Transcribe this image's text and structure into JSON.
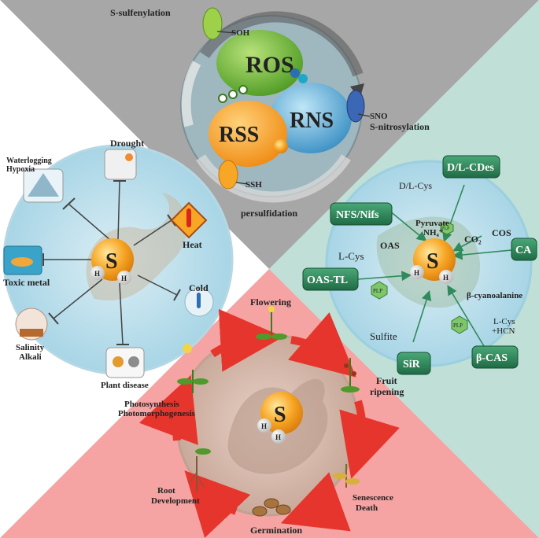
{
  "center": {
    "element": "S",
    "h1": "H",
    "h2": "H"
  },
  "top": {
    "ros": "ROS",
    "rns": "RNS",
    "rss": "RSS",
    "s_sulfenylation": "S-sulfenylation",
    "soh": "SOH",
    "sno": "SNO",
    "s_nitrosylation": "S-nitrosylation",
    "ssh": "SSH",
    "persulfidation": "persulfidation"
  },
  "left": {
    "drought": "Drought",
    "waterlogging": "Waterlogging",
    "hypoxia": "Hypoxia",
    "heat": "Heat",
    "toxic_metal": "Toxic metal",
    "cold": "Cold",
    "salinity": "Salinity",
    "alkali": "Alkali",
    "plant_disease": "Plant disease"
  },
  "right": {
    "dl_cdes": "D/L-CDes",
    "nfs_nifs": "NFS/Nifs",
    "dl_cys": "D/L-Cys",
    "pyruvate": "Pyruvate",
    "nh4": "NH₄⁺",
    "plp": "PLP",
    "cos": "COS",
    "co2": "CO₂",
    "ca": "CA",
    "l_cys": "L-Cys",
    "oas": "OAS",
    "oas_tl": "OAS-TL",
    "beta_cyanoalanine": "β-cyanoalanine",
    "sulfite": "Sulfite",
    "l_cys2": "L-Cys",
    "hcn": "+HCN",
    "sir": "SiR",
    "beta_cas": "β-CAS"
  },
  "bottom": {
    "flowering": "Flowering",
    "fruit": "Fruit",
    "ripening": "ripening",
    "photosynthesis": "Photosynthesis",
    "photomorphogenesis": "Photomorphogenesis",
    "root": "Root",
    "development": "Development",
    "senescence": "Senescence",
    "death": "Death",
    "germination": "Germination"
  },
  "colors": {
    "top_bg": "#a7a7a7",
    "left_bg": "#ffffff",
    "right_bg": "#bfdfd7",
    "bottom_bg": "#f5a3a3",
    "circle": "#c4e3ee",
    "green_box": "#2f8a5c",
    "sphere": "#f7a625",
    "arrow_red": "#e5352c"
  }
}
